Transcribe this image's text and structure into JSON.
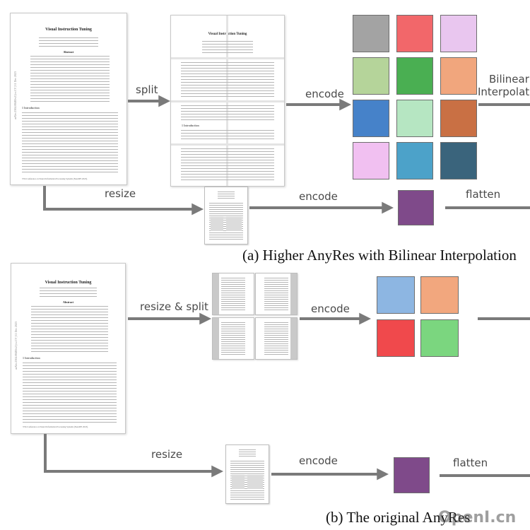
{
  "panel_a": {
    "paper_title": "Visual Instruction Tuning",
    "paper_sidebar": "arXiv:2304.08485v2 [cs.CV] 11 Dec 2023",
    "paper_section": "1 Introduction",
    "paper_abstract_heading": "Abstract",
    "paper_footnote": "37th Conference on Neural Information Processing Systems (NeurIPS 2023).",
    "split_label": "split",
    "encode_label": "encode",
    "interp_label_1": "Bilinear",
    "interp_label_2": "Interpolation",
    "resize_label": "resize",
    "encode_label_2": "encode",
    "flatten_label": "flatten",
    "caption": "(a) Higher AnyRes with Bilinear Interpolation",
    "grid_colors": [
      "#a3a3a3",
      "#f2676a",
      "#e9c6ef",
      "#b5d49a",
      "#4aaf52",
      "#f1a67d",
      "#4682c9",
      "#b6e6c2",
      "#c97044",
      "#f1c0f1",
      "#4ca2c9",
      "#3a647c"
    ],
    "single_color": "#7f4a8a"
  },
  "panel_b": {
    "paper_title": "Visual Instruction Tuning",
    "paper_sidebar": "arXiv:2304.08485v2 [cs.CV] 11 Dec 2023",
    "paper_section": "1 Introduction",
    "paper_abstract_heading": "Abstract",
    "paper_footnote": "37th Conference on Neural Information Processing Systems (NeurIPS 2023).",
    "resize_split_label": "resize & split",
    "encode_label": "encode",
    "resize_label": "resize",
    "encode_label_2": "encode",
    "flatten_label": "flatten",
    "caption": "(b) The original AnyRes",
    "grid_colors": [
      "#8db6e2",
      "#f2a77e",
      "#f0494c",
      "#7bd67f"
    ],
    "single_color": "#7f4a8a"
  },
  "watermark": "OpenI.cn",
  "arrow_color": "#7a7a7a"
}
